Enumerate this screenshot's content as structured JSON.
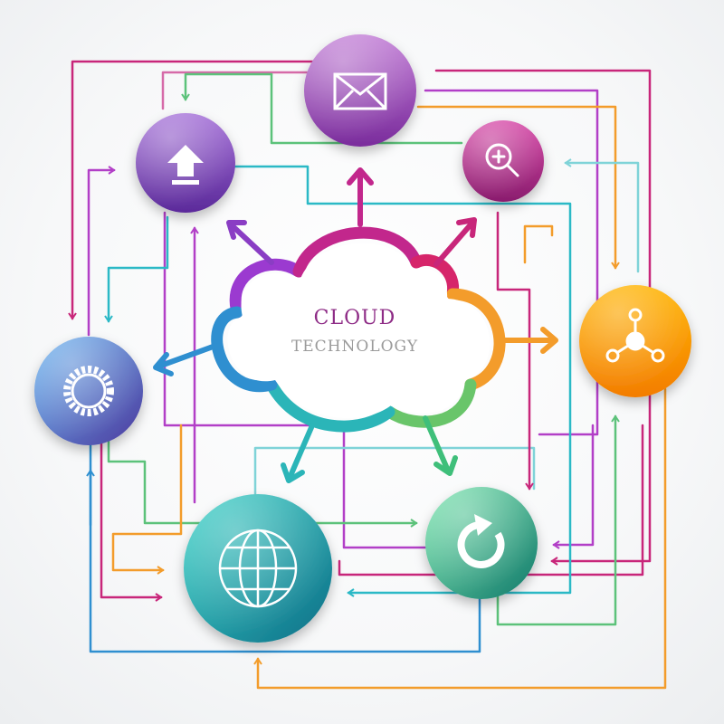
{
  "cloud": {
    "title_line1": "CLOUD",
    "title_line2": "TECHNOLOGY"
  },
  "nodes": [
    {
      "name": "email-node",
      "icon": "envelope-icon",
      "color_top": "#c27ed6",
      "color_bottom": "#7a2c9c"
    },
    {
      "name": "upload-node",
      "icon": "upload-arrow-icon",
      "color_top": "#a571d8",
      "color_bottom": "#5b2a9a"
    },
    {
      "name": "search-node",
      "icon": "zoom-in-icon",
      "color_top": "#d74aa8",
      "color_bottom": "#8a1d6e"
    },
    {
      "name": "share-node",
      "icon": "share-network-icon",
      "color_top": "#ffb300",
      "color_bottom": "#f37d00"
    },
    {
      "name": "settings-node",
      "icon": "gear-icon",
      "color_top": "#6db8f2",
      "color_bottom": "#4c3a9e"
    },
    {
      "name": "globe-node",
      "icon": "globe-icon",
      "color_top": "#39d3c8",
      "color_bottom": "#0f6f88"
    },
    {
      "name": "refresh-node",
      "icon": "refresh-icon",
      "color_top": "#7de7b0",
      "color_bottom": "#137a6c"
    }
  ],
  "colors": {
    "magenta": "#c8267a",
    "purple": "#8a3dc4",
    "violet": "#b23fc7",
    "orange": "#f39c2b",
    "green": "#5cc27a",
    "teal": "#2bb9c6",
    "blue": "#2f8fd0",
    "cyan": "#7fd3d8"
  }
}
